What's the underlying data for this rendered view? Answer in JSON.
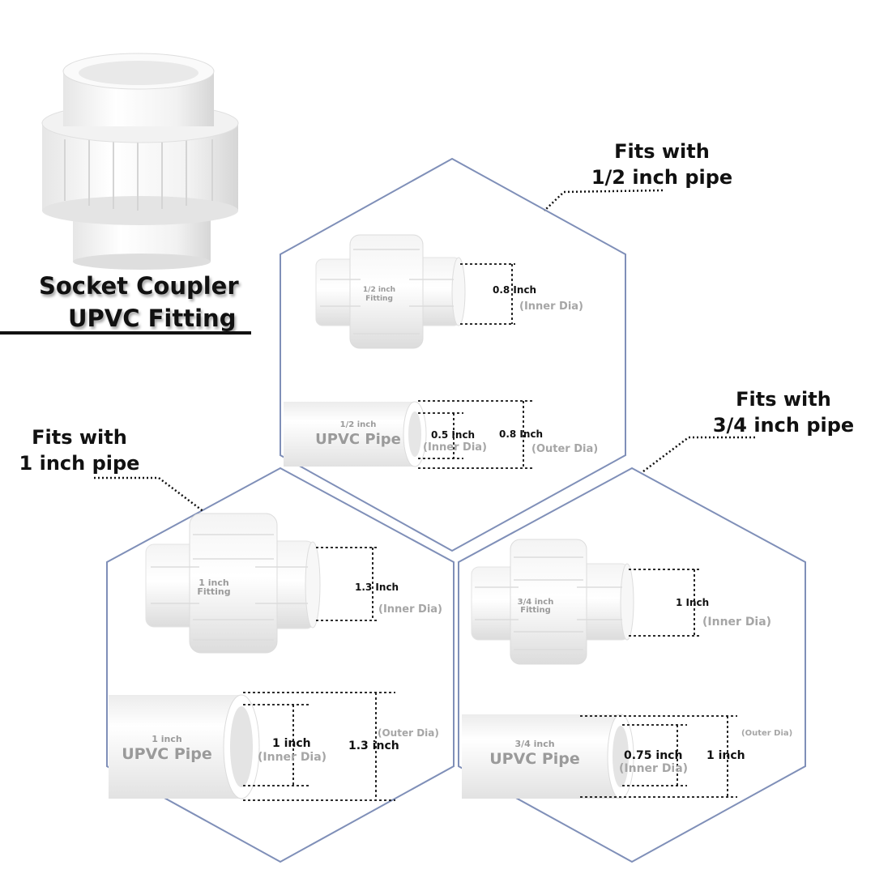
{
  "header": {
    "title_line1": "Socket Coupler",
    "title_line2": "UPVC Fitting"
  },
  "callouts": {
    "half": {
      "line1": "Fits with",
      "line2": "1/2 inch pipe"
    },
    "three_quarter": {
      "line1": "Fits with",
      "line2": "3/4 inch pipe"
    },
    "one": {
      "line1": "Fits with",
      "line2": "1 inch pipe"
    }
  },
  "panels": {
    "half": {
      "fitting_label_1": "1/2 inch",
      "fitting_label_2": "Fitting",
      "fitting_dim": "0.8 Inch",
      "fitting_dim_note": "(Inner Dia)",
      "pipe_size": "1/2 inch",
      "pipe_name": "UPVC Pipe",
      "pipe_inner": "0.5 Inch",
      "pipe_inner_note": "(Inner Dia)",
      "pipe_outer": "0.8 Inch",
      "pipe_outer_note": "(Outer Dia)"
    },
    "one": {
      "fitting_label_1": "1 inch",
      "fitting_label_2": "Fitting",
      "fitting_dim": "1.3 Inch",
      "fitting_dim_note": "(Inner Dia)",
      "pipe_size": "1 inch",
      "pipe_name": "UPVC Pipe",
      "pipe_inner": "1 inch",
      "pipe_inner_note": "(Inner Dia)",
      "pipe_outer": "1.3 inch",
      "pipe_outer_note": "(Outer Dia)"
    },
    "three_quarter": {
      "fitting_label_1": "3/4 inch",
      "fitting_label_2": "Fitting",
      "fitting_dim": "1 Inch",
      "fitting_dim_note": "(Inner Dia)",
      "pipe_size": "3/4 inch",
      "pipe_name": "UPVC Pipe",
      "pipe_inner": "0.75 inch",
      "pipe_inner_note": "(Inner Dia)",
      "pipe_outer": "1 inch",
      "pipe_outer_note": "(Outer Dia)"
    }
  },
  "colors": {
    "hexagon_stroke": "#7f8fb8",
    "note_gray": "#a6a6a6",
    "label_gray": "#9a9a9a",
    "text_dark": "#111111"
  }
}
